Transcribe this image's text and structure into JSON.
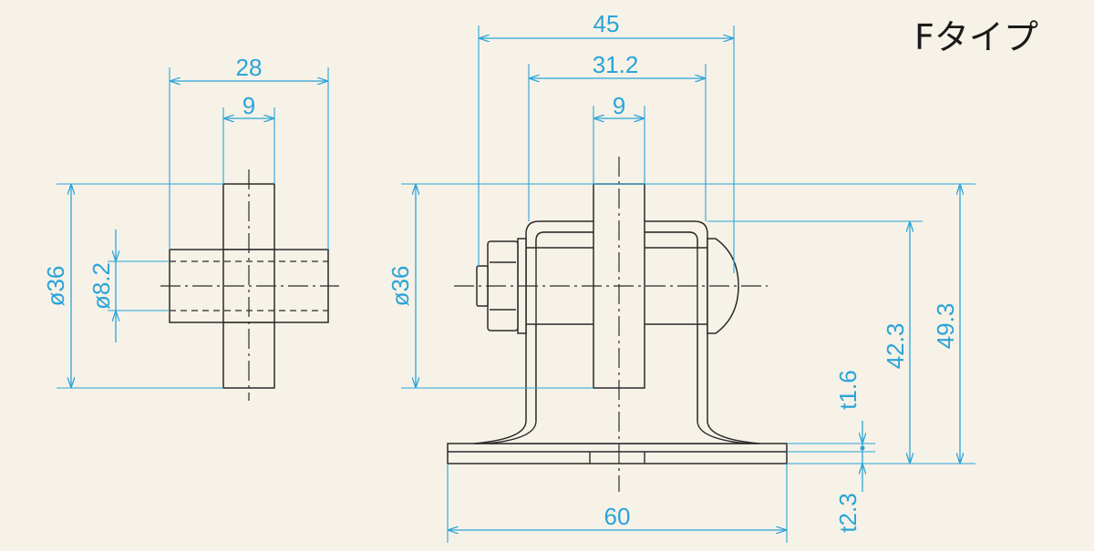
{
  "title": "Fタイプ",
  "colors": {
    "background": "#f6f2e8",
    "dimension": "#2aa4d8",
    "outline": "#2b2b2b"
  },
  "left_view": {
    "dim_width_total": "28",
    "dim_width_center": "9",
    "dim_diameter_outer": "ø36",
    "dim_diameter_inner": "ø8.2"
  },
  "right_view": {
    "dim_width_overall": "45",
    "dim_width_bracket": "31.2",
    "dim_width_center": "9",
    "dim_diameter": "ø36",
    "dim_height_axis": "42.3",
    "dim_height_top": "49.3",
    "dim_thickness_bracket": "t1.6",
    "dim_thickness_base": "t2.3",
    "dim_base_width": "60"
  }
}
